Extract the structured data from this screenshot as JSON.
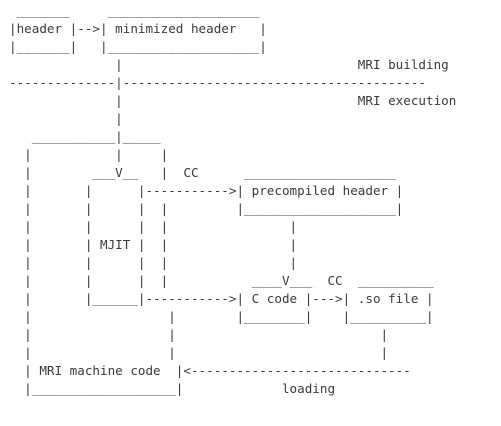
{
  "diagram": {
    "lines": [
      " _______     ____________________",
      "|header |-->| minimized header   |",
      "|_______|   |____________________|",
      "              |                               MRI building",
      "--------------|----------------------------------------",
      "              |                               MRI execution",
      "              |",
      "   ___________|_____",
      "  |           |     |",
      "  |        ___V__   |  CC      ____________________",
      "  |       |      |----------->| precompiled header |",
      "  |       |      |  |         |____________________|",
      "  |       |      |  |                |",
      "  |       | MJIT |  |                |",
      "  |       |      |  |                |",
      "  |       |      |  |           ____V___  CC  __________",
      "  |       |______|----------->| C code |--->| .so file |",
      "  |                  |        |________|    |__________|",
      "  |                  |                           |",
      "  |                  |                           |",
      "  | MRI machine code  |<-----------------------------",
      "  |___________________|             loading"
    ]
  }
}
